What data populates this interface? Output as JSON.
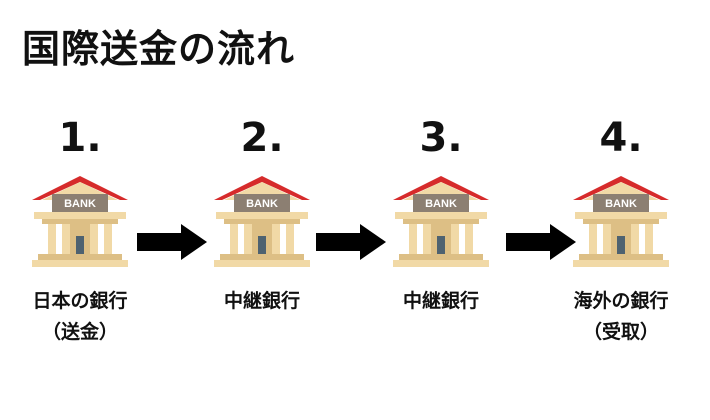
{
  "title": "国際送金の流れ",
  "bank_sign": "BANK",
  "colors": {
    "roof": "#d62b2b",
    "building": "#f1d9a6",
    "building_shadow": "#ddbf85",
    "sign": "#8c7f72",
    "door": "#4e6270",
    "arrow": "#000000"
  },
  "steps": [
    {
      "number": "1.",
      "label": "日本の銀行\n（送金）"
    },
    {
      "number": "2.",
      "label": "中継銀行"
    },
    {
      "number": "3.",
      "label": "中継銀行"
    },
    {
      "number": "4.",
      "label": "海外の銀行\n（受取）"
    }
  ]
}
